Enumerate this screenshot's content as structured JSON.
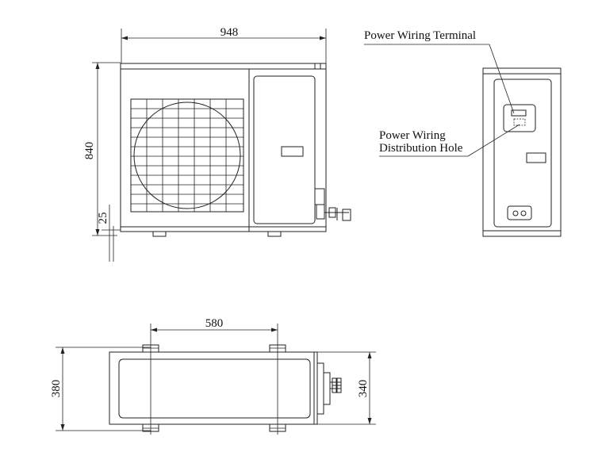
{
  "front_view": {
    "width_dim": "948",
    "height_dim": "840",
    "base_dim": "25"
  },
  "side_view": {
    "callout_terminal": "Power Wiring Terminal",
    "callout_hole_line1": "Power Wiring",
    "callout_hole_line2": "Distribution Hole"
  },
  "top_view": {
    "mount_spacing_dim": "580",
    "depth_dim": "380",
    "inner_depth_dim": "340"
  }
}
